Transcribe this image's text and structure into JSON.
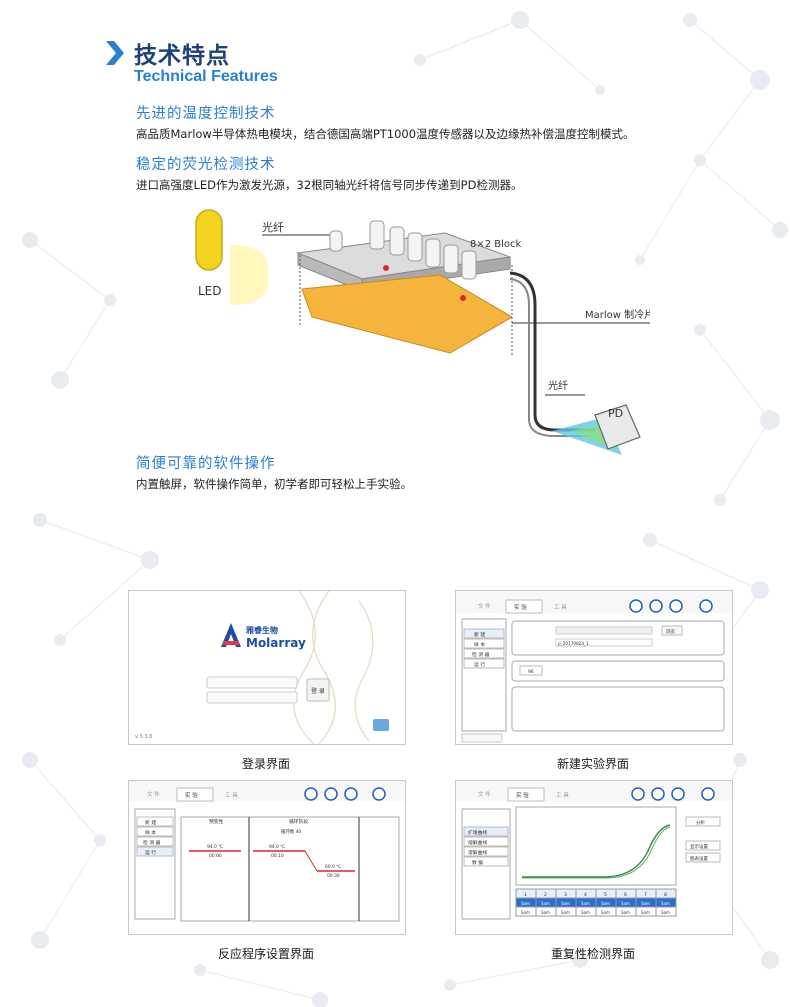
{
  "section": {
    "title_cn": "技术特点",
    "title_en": "Technical Features"
  },
  "features": [
    {
      "title": "先进的温度控制技术",
      "desc": "高品质Marlow半导体热电模块，结合德国高端PT1000温度传感器以及边缘热补偿温度控制模式。"
    },
    {
      "title": "稳定的荧光检测技术",
      "desc": "进口高强度LED作为激发光源，32根同轴光纤将信号同步传递到PD检测器。"
    },
    {
      "title": "简便可靠的软件操作",
      "desc": "内置触屏，软件操作简单，初学者即可轻松上手实验。"
    }
  ],
  "diagram": {
    "fiber_top": "光纤",
    "block": "8×2 Block",
    "led": "LED",
    "marlow": "Marlow 制冷片",
    "fiber_side": "光纤",
    "pd": "PD"
  },
  "screens": {
    "login": {
      "caption": "登录界面",
      "brand_cn": "雅睿生物",
      "brand_en": "Molarray",
      "login_button": "登 录",
      "version": "v 3.3.0"
    },
    "new_experiment": {
      "caption": "新建实验界面",
      "tabs": [
        "文 件",
        "实 验",
        "工 具"
      ],
      "menu": [
        "新 建",
        "样 本",
        "检 测 器",
        "运 行"
      ],
      "button": "浏览",
      "file_name": "p_20170824_1",
      "speed": "96"
    },
    "program": {
      "caption": "反应程序设置界面",
      "tabs": [
        "文 件",
        "实 验",
        "工 具"
      ],
      "menu": [
        "新 建",
        "样 本",
        "检 测 器",
        "运 行"
      ],
      "stage1": "预变性",
      "stage2": "循环阶段",
      "temp1": "94.0 ℃",
      "time1": "00:00",
      "temp2": "94.0 ℃",
      "time2": "00:10",
      "temp3": "60.0 ℃",
      "time3": "00:30",
      "cycles": "循环数 40"
    },
    "repeat": {
      "caption": "重复性检测界面",
      "tabs": [
        "文 件",
        "实 验",
        "工 具"
      ],
      "menu": [
        "扩增曲线",
        "熔解曲线",
        "溶解曲线",
        "数 据"
      ],
      "side_buttons": [
        "分析",
        "显示设置",
        "图表设置"
      ],
      "columns": [
        "1",
        "2",
        "3",
        "4",
        "5",
        "6",
        "7",
        "8"
      ],
      "cell": "Sam"
    }
  }
}
